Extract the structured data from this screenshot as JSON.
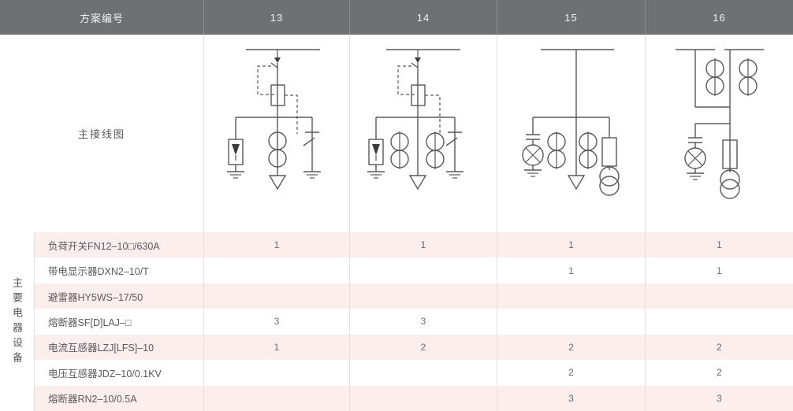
{
  "header": {
    "scheme_label": "方案编号",
    "columns": [
      "13",
      "14",
      "15",
      "16"
    ]
  },
  "diagram_section": {
    "label": "主接线图"
  },
  "equipment_section": {
    "vertical_label": "主要电器设备",
    "rows": [
      {
        "name": "负荷开关FN12–10□/630A",
        "values": [
          "1",
          "1",
          "1",
          "1"
        ]
      },
      {
        "name": "带电显示器DXN2–10/T",
        "values": [
          "",
          "",
          "1",
          "1"
        ]
      },
      {
        "name": "避雷器HY5WS–17/50",
        "values": [
          "",
          "",
          "",
          ""
        ]
      },
      {
        "name": "熔断器SF[D]LAJ–□",
        "values": [
          "3",
          "3",
          "",
          ""
        ]
      },
      {
        "name": "电流互感器LZJ[LFS]–10",
        "values": [
          "1",
          "2",
          "2",
          "2"
        ]
      },
      {
        "name": "电压互感器JDZ–10/0.1KV",
        "values": [
          "",
          "",
          "2",
          "2"
        ]
      },
      {
        "name": "熔断器RN2–10/0.5A",
        "values": [
          "",
          "",
          "3",
          "3"
        ]
      }
    ]
  },
  "colors": {
    "header_bg": "#6e7074",
    "row_odd_bg": "#fbeeec",
    "row_even_bg": "#ffffff",
    "line": "#58585b",
    "border": "#e3dfe1"
  },
  "diagrams": [
    {
      "scheme": "13",
      "components": [
        "busbar",
        "disconnect-arrow",
        "load-switch-fuse",
        "interlock-dashed",
        "surge-arrester",
        "current-transformer-x1",
        "earth-switch",
        "cable-outgoing"
      ]
    },
    {
      "scheme": "14",
      "components": [
        "busbar",
        "disconnect-arrow",
        "load-switch-fuse",
        "interlock-dashed",
        "surge-arrester",
        "current-transformer-x2",
        "earth-switch",
        "cable-outgoing"
      ]
    },
    {
      "scheme": "15",
      "components": [
        "busbar",
        "live-display",
        "current-transformer-x2",
        "fuse",
        "voltage-transformer",
        "cable-outgoing"
      ]
    },
    {
      "scheme": "16",
      "components": [
        "busbar-split",
        "current-transformer-x2",
        "live-display",
        "fuse",
        "voltage-transformer"
      ]
    }
  ]
}
